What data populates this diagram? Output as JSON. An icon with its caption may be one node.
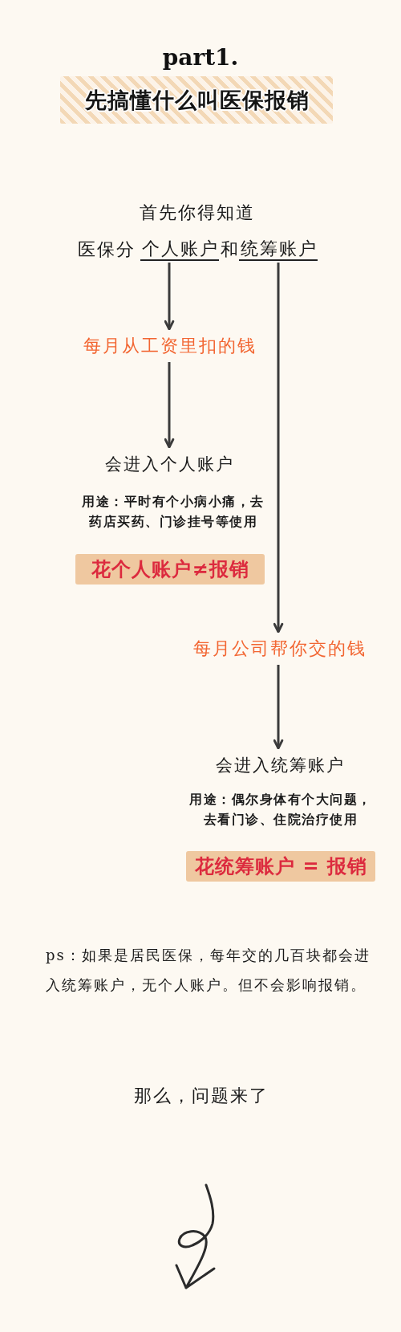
{
  "diagram": {
    "title": "part1.",
    "nodes": [
      {
        "text": [
          "先搞懂什么叫医保报销"
        ]
      },
      {
        "text": [
          "个人账户"
        ]
      },
      {
        "text": [
          "统筹账户"
        ]
      },
      {
        "text": [
          "每月从工资里扣的钱"
        ]
      },
      {
        "text": [
          "会进入个人账户"
        ]
      },
      {
        "text": [
          "花个人账户≠报销"
        ]
      },
      {
        "text": [
          "每月公司帮你交的钱"
        ]
      },
      {
        "text": [
          "会进入统筹账户"
        ]
      },
      {
        "text": [
          "花统筹账户 = 报销"
        ]
      }
    ],
    "edges": [
      {
        "from": 1,
        "to": 3,
        "arrow": "to"
      },
      {
        "from": 3,
        "to": 4,
        "arrow": "to"
      },
      {
        "from": 2,
        "to": 6,
        "arrow": "to"
      },
      {
        "from": 6,
        "to": 7,
        "arrow": "to"
      }
    ],
    "labels": [
      "首先你得知道",
      "医保分",
      "和",
      "用途：平时有个小病小痛，去药店买药、门诊挂号等使用",
      "用途：偶尔身体有个大问题，去看门诊、住院治疗使用",
      "ps：如果是居民医保，每年交的几百块都会进入统筹账户，无个人账户。但不会影响报销。",
      "那么，问题来了"
    ]
  }
}
